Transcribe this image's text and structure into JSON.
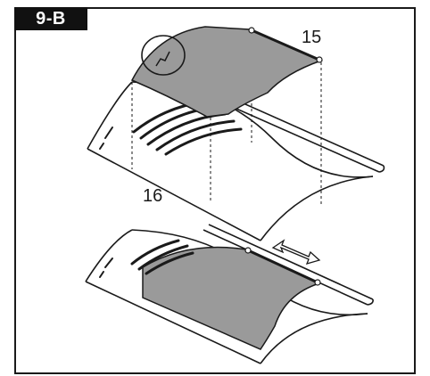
{
  "step": {
    "label": "9-B"
  },
  "parts": {
    "top_panel": {
      "label": "15"
    },
    "base_cover": {
      "label": "16"
    }
  },
  "colors": {
    "panel_fill": "#9a9a9a",
    "line": "#1a1a1a",
    "badge_bg": "#111111"
  }
}
